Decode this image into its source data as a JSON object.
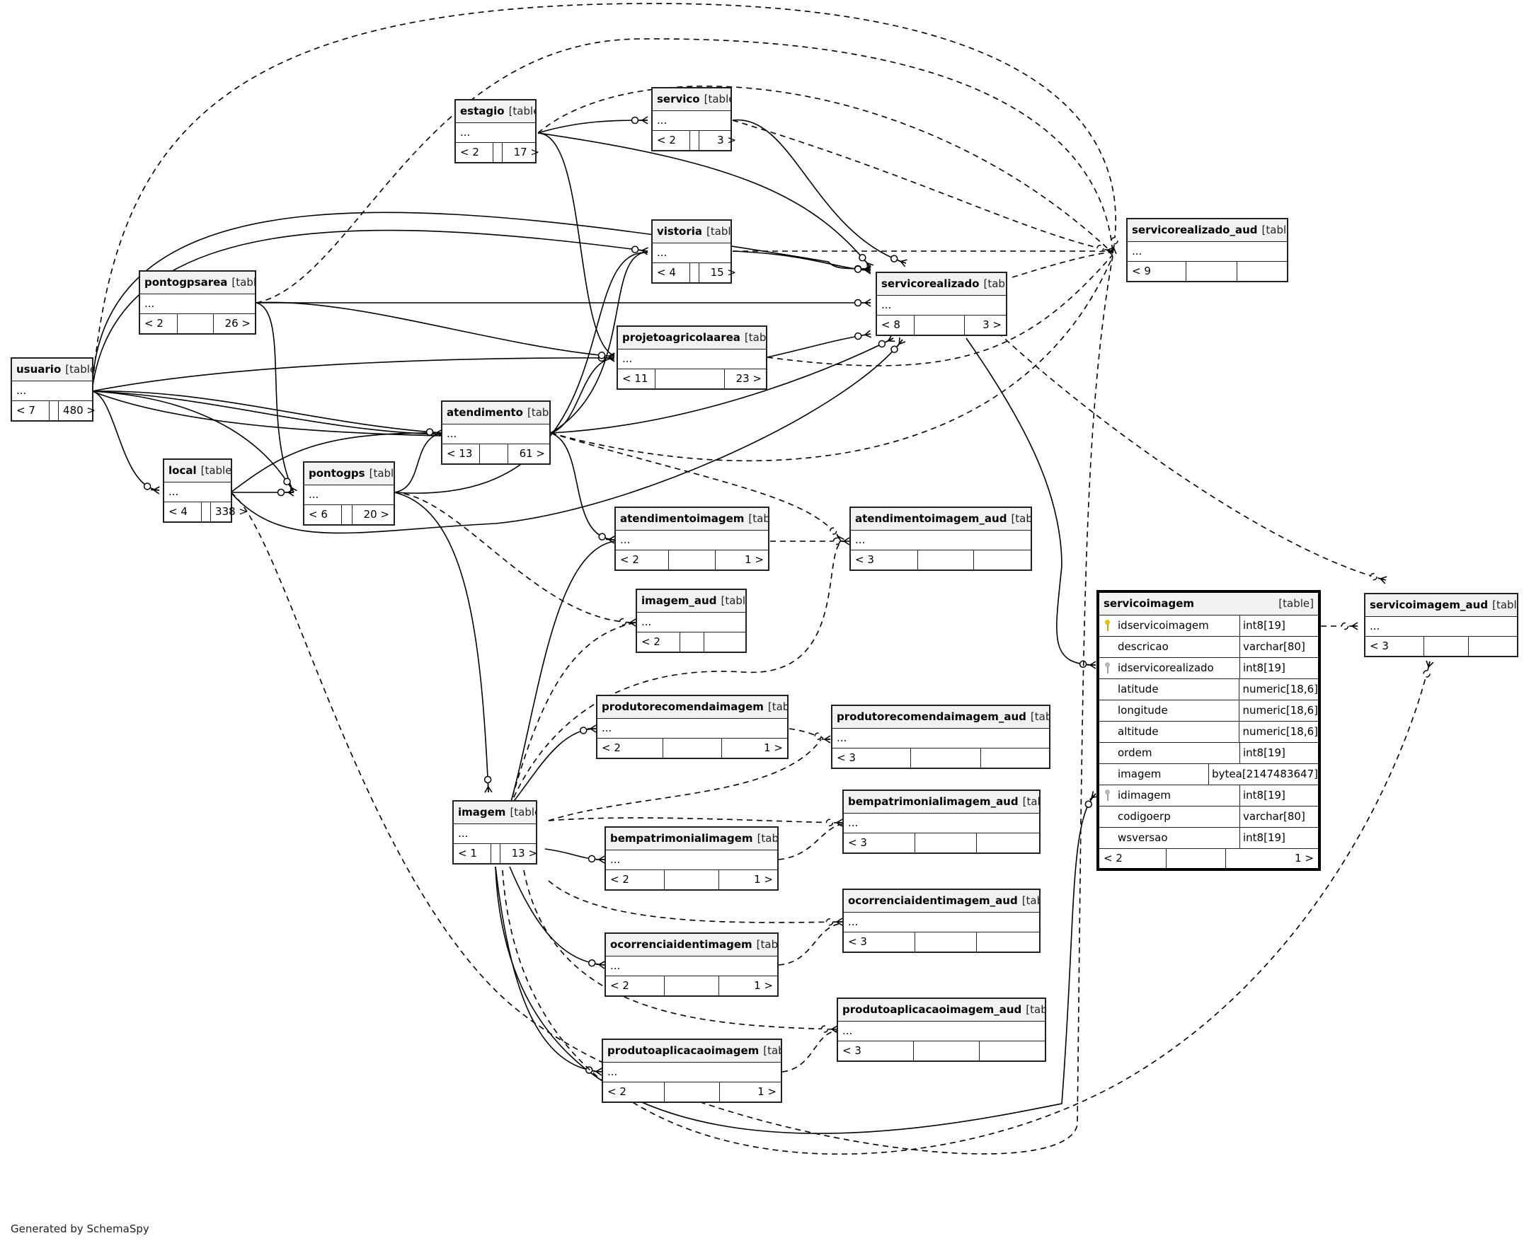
{
  "table_kind": "[table]",
  "tables": {
    "usuario": {
      "name": "usuario",
      "parents": "< 7",
      "children": "480 >",
      "mid": "..."
    },
    "pontogpsarea": {
      "name": "pontogpsarea",
      "parents": "< 2",
      "children": "26 >",
      "mid": "..."
    },
    "local": {
      "name": "local",
      "parents": "< 4",
      "children": "338 >",
      "mid": "..."
    },
    "pontogps": {
      "name": "pontogps",
      "parents": "< 6",
      "children": "20 >",
      "mid": "..."
    },
    "estagio": {
      "name": "estagio",
      "parents": "< 2",
      "children": "17 >",
      "mid": "..."
    },
    "servico": {
      "name": "servico",
      "parents": "< 2",
      "children": "3 >",
      "mid": "..."
    },
    "vistoria": {
      "name": "vistoria",
      "parents": "< 4",
      "children": "15 >",
      "mid": "..."
    },
    "projetoagricolaarea": {
      "name": "projetoagricolaarea",
      "parents": "< 11",
      "children": "23 >",
      "mid": "..."
    },
    "atendimento": {
      "name": "atendimento",
      "parents": "< 13",
      "children": "61 >",
      "mid": "..."
    },
    "servicorealizado": {
      "name": "servicorealizado",
      "parents": "< 8",
      "children": "3 >",
      "mid": "..."
    },
    "servicorealizado_aud": {
      "name": "servicorealizado_aud",
      "parents": "< 9",
      "children": "",
      "mid": "..."
    },
    "atendimentoimagem": {
      "name": "atendimentoimagem",
      "parents": "< 2",
      "children": "1 >",
      "mid": "..."
    },
    "atendimentoimagem_aud": {
      "name": "atendimentoimagem_aud",
      "parents": "< 3",
      "children": "",
      "mid": "..."
    },
    "imagem_aud": {
      "name": "imagem_aud",
      "parents": "< 2",
      "children": "",
      "mid": "..."
    },
    "produtorecomendaimagem": {
      "name": "produtorecomendaimagem",
      "parents": "< 2",
      "children": "1 >",
      "mid": "..."
    },
    "produtorecomendaimagem_aud": {
      "name": "produtorecomendaimagem_aud",
      "parents": "< 3",
      "children": "",
      "mid": "..."
    },
    "imagem": {
      "name": "imagem",
      "parents": "< 1",
      "children": "13 >",
      "mid": "..."
    },
    "bempatrimonialimagem": {
      "name": "bempatrimonialimagem",
      "parents": "< 2",
      "children": "1 >",
      "mid": "..."
    },
    "bempatrimonialimagem_aud": {
      "name": "bempatrimonialimagem_aud",
      "parents": "< 3",
      "children": "",
      "mid": "..."
    },
    "ocorrenciaidentimagem": {
      "name": "ocorrenciaidentimagem",
      "parents": "< 2",
      "children": "1 >",
      "mid": "..."
    },
    "ocorrenciaidentimagem_aud": {
      "name": "ocorrenciaidentimagem_aud",
      "parents": "< 3",
      "children": "",
      "mid": "..."
    },
    "produtoaplicacaoimagem": {
      "name": "produtoaplicacaoimagem",
      "parents": "< 2",
      "children": "1 >",
      "mid": "..."
    },
    "produtoaplicacaoimagem_aud": {
      "name": "produtoaplicacaoimagem_aud",
      "parents": "< 3",
      "children": "",
      "mid": "..."
    },
    "servicoimagem_aud": {
      "name": "servicoimagem_aud",
      "parents": "< 3",
      "children": "",
      "mid": "..."
    }
  },
  "servicoimagem": {
    "name": "servicoimagem",
    "parents": "< 2",
    "children": "1 >",
    "columns": [
      {
        "name": "idservicoimagem",
        "type": "int8[19]",
        "key": "pk"
      },
      {
        "name": "descricao",
        "type": "varchar[80]",
        "key": ""
      },
      {
        "name": "idservicorealizado",
        "type": "int8[19]",
        "key": "fk"
      },
      {
        "name": "latitude",
        "type": "numeric[18,6]",
        "key": ""
      },
      {
        "name": "longitude",
        "type": "numeric[18,6]",
        "key": ""
      },
      {
        "name": "altitude",
        "type": "numeric[18,6]",
        "key": ""
      },
      {
        "name": "ordem",
        "type": "int8[19]",
        "key": ""
      },
      {
        "name": "imagem",
        "type": "bytea[2147483647]",
        "key": ""
      },
      {
        "name": "idimagem",
        "type": "int8[19]",
        "key": "fk"
      },
      {
        "name": "codigoerp",
        "type": "varchar[80]",
        "key": ""
      },
      {
        "name": "wsversao",
        "type": "int8[19]",
        "key": ""
      }
    ]
  },
  "footer": {
    "credit": "Generated by SchemaSpy"
  }
}
